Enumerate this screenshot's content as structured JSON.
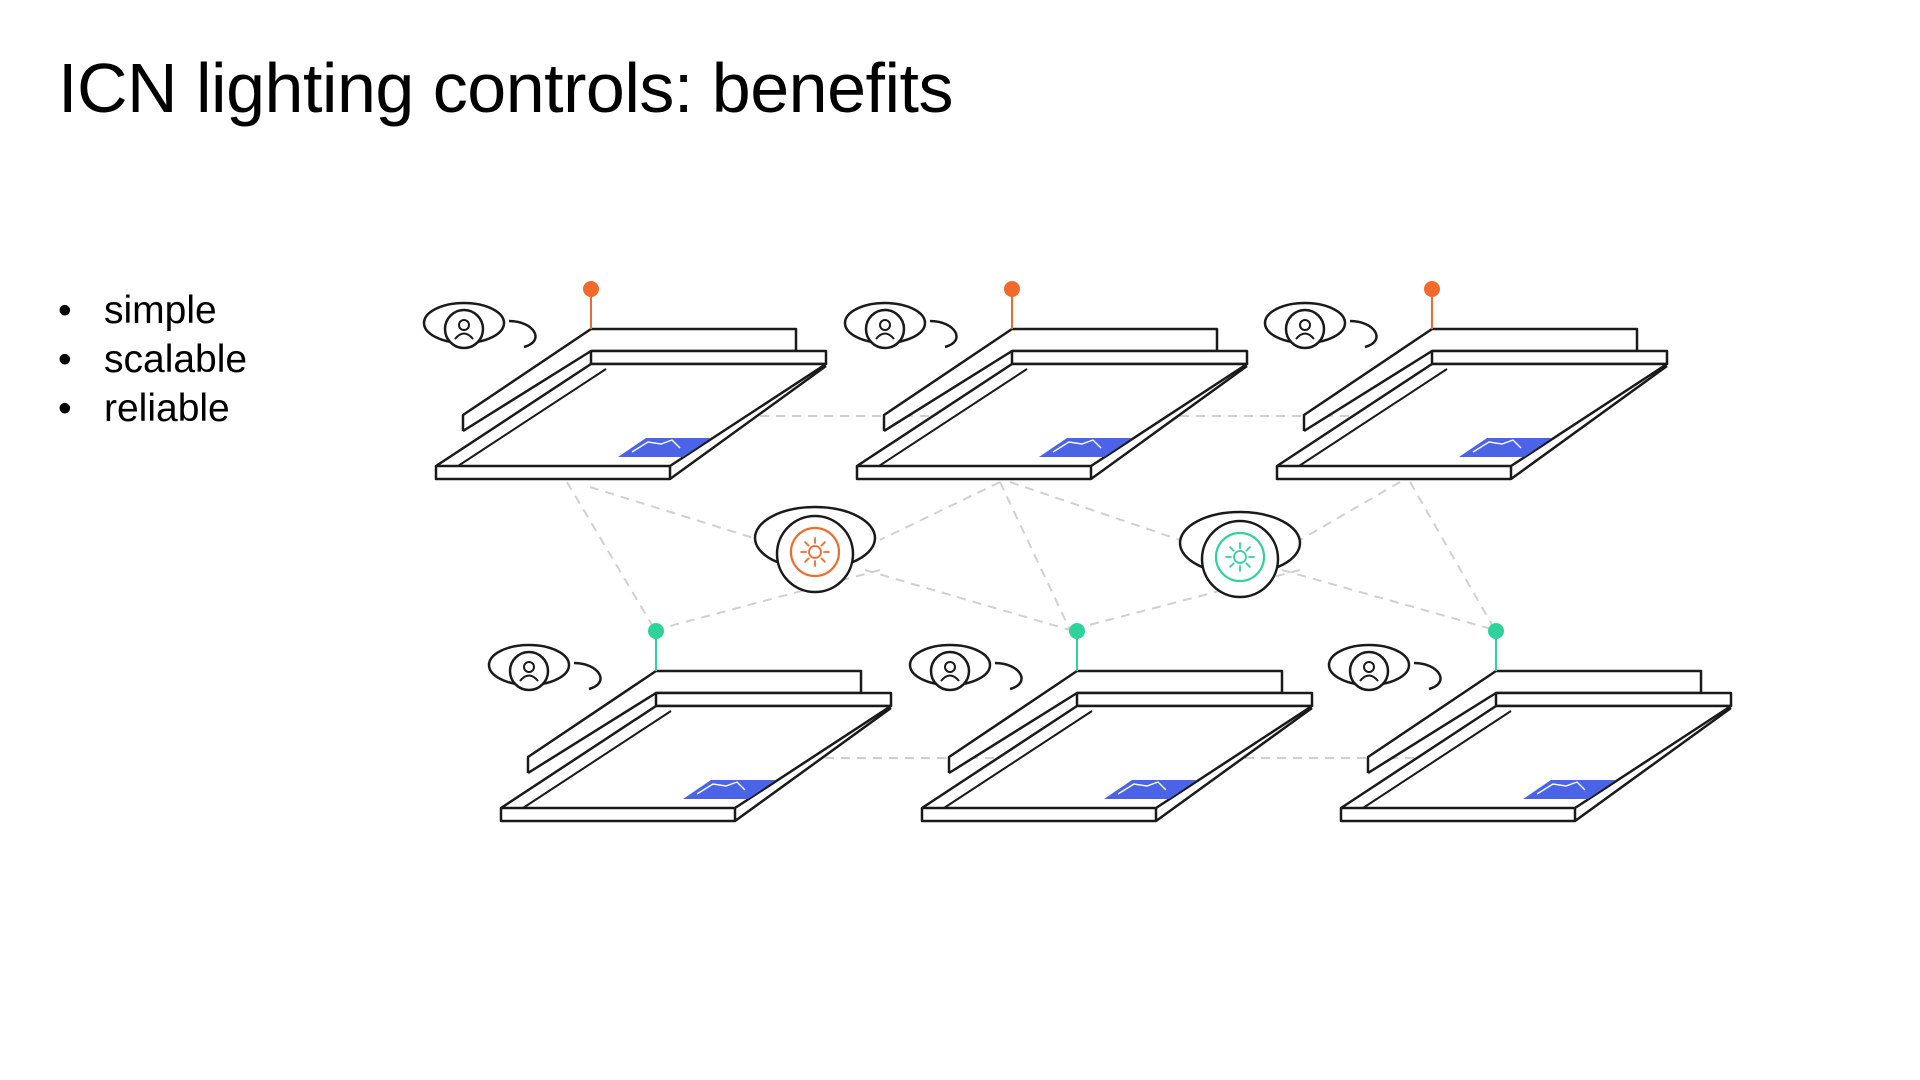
{
  "slide": {
    "title": "ICN lighting controls: benefits",
    "bullets": [
      "simple",
      "scalable",
      "reliable"
    ]
  },
  "diagram": {
    "colors": {
      "outline": "#1a1a1a",
      "connection": "#d0d0d0",
      "panel_accent": "#4a63e7",
      "group_a": "#f26a2a",
      "group_b": "#2ed39a"
    },
    "icons": {
      "luminaire": "luminaire-panel-icon",
      "occupancy_sensor": "occupancy-sensor-icon",
      "daylight_sensor": "daylight-sensor-icon",
      "node_dot": "antenna-node-icon"
    }
  }
}
